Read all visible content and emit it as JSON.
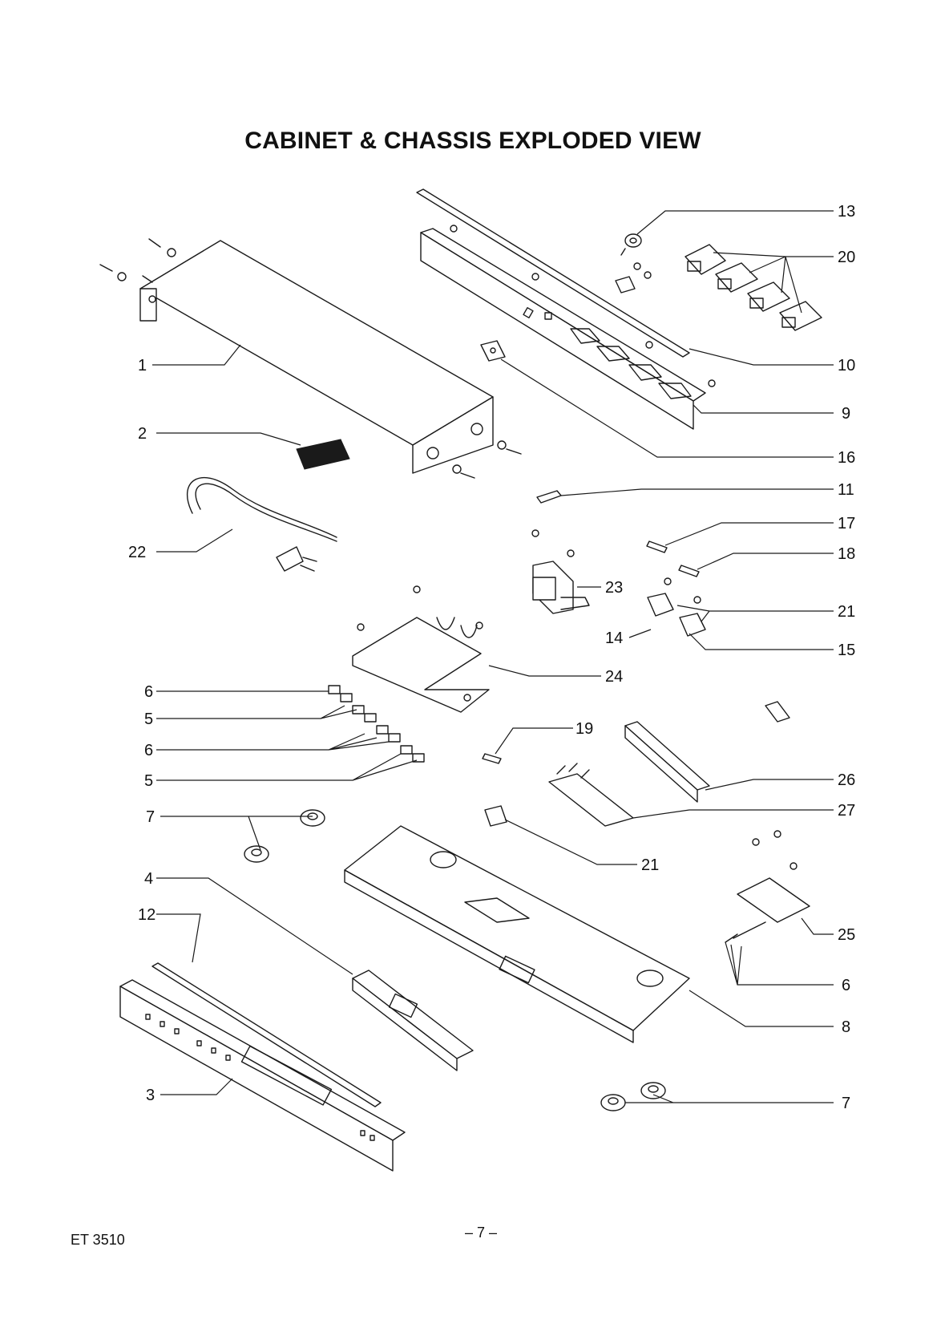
{
  "page": {
    "title": "CABINET & CHASSIS EXPLODED VIEW",
    "model": "ET 3510",
    "page_number": "– 7 –"
  },
  "callouts": {
    "c1": "1",
    "c2": "2",
    "c3": "3",
    "c4": "4",
    "c5a": "5",
    "c5b": "5",
    "c6a": "6",
    "c6b": "6",
    "c6c": "6",
    "c7a": "7",
    "c7b": "7",
    "c8": "8",
    "c9": "9",
    "c10": "10",
    "c11": "11",
    "c12": "12",
    "c13": "13",
    "c14": "14",
    "c15": "15",
    "c16": "16",
    "c17": "17",
    "c18": "18",
    "c19": "19",
    "c20": "20",
    "c21a": "21",
    "c21b": "21",
    "c22": "22",
    "c23": "23",
    "c24": "24",
    "c25": "25",
    "c26": "26",
    "c27": "27"
  }
}
